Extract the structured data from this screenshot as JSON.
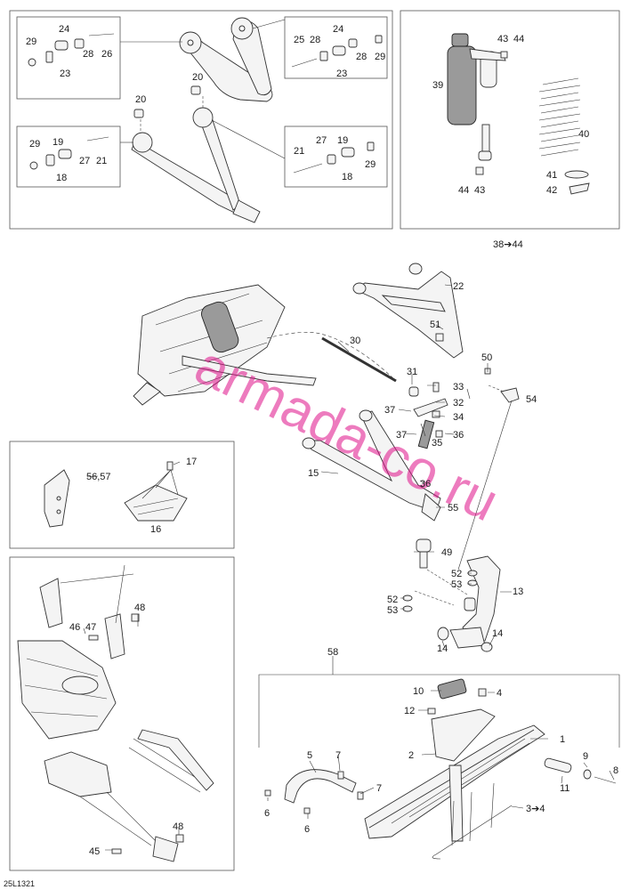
{
  "callouts": {
    "c29a": "29",
    "c24a": "24",
    "c23a": "23",
    "c28a": "28",
    "c26": "26",
    "c25": "25",
    "c24b": "24",
    "c28b": "28",
    "c29b": "29",
    "c23b": "23",
    "c20a": "20",
    "c20b": "20",
    "c29c": "29",
    "c19a": "19",
    "c27a": "27",
    "c21a": "21",
    "c18a": "18",
    "c21b": "21",
    "c27b": "27",
    "c19b": "19",
    "c29d": "29",
    "c18b": "18",
    "c43a": "43",
    "c44a": "44",
    "c39": "39",
    "c40": "40",
    "c41": "41",
    "c42": "42",
    "c44b": "44",
    "c43b": "43",
    "c38to44": "38➔44",
    "c22": "22",
    "c51": "51",
    "c30": "30",
    "c50": "50",
    "c31": "31",
    "c33": "33",
    "c54": "54",
    "c32": "32",
    "c37a": "37",
    "c34": "34",
    "c35": "35",
    "c37b": "37",
    "c36a": "36",
    "c15": "15",
    "c36b": "36",
    "c55": "55",
    "c49": "49",
    "c52a": "52",
    "c53a": "53",
    "c13": "13",
    "c52b": "52",
    "c53b": "53",
    "c14a": "14",
    "c14b": "14",
    "c5657": "56,57",
    "c17": "17",
    "c16": "16",
    "c48a": "48",
    "c46": "46",
    "c47": "47",
    "c48b": "48",
    "c45": "45",
    "c58": "58",
    "c10": "10",
    "c4": "4",
    "c12": "12",
    "c1": "1",
    "c2": "2",
    "c9": "9",
    "c8": "8",
    "c11": "11",
    "c5": "5",
    "c7a": "7",
    "c7b": "7",
    "c6a": "6",
    "c6b": "6",
    "c3to4": "3➔4"
  },
  "watermark": "armada-co.ru",
  "figure_code": "25L1321",
  "colors": {
    "watermark": "#e0118a",
    "line": "#333333",
    "frame": "#555555"
  }
}
